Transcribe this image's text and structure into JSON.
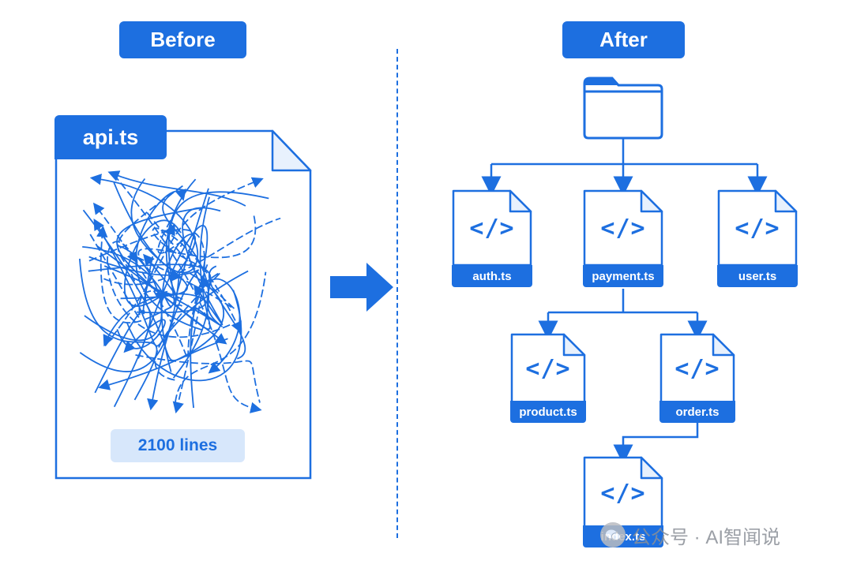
{
  "before": {
    "label": "Before"
  },
  "after": {
    "label": "After"
  },
  "monolith": {
    "filename": "api.ts",
    "lines_label": "2100 lines"
  },
  "tree": {
    "folder_icon": "folder-icon",
    "code_glyph": "</>",
    "files": [
      {
        "id": "auth",
        "name": "auth.ts"
      },
      {
        "id": "payment",
        "name": "payment.ts"
      },
      {
        "id": "user",
        "name": "user.ts"
      },
      {
        "id": "product",
        "name": "product.ts"
      },
      {
        "id": "order",
        "name": "order.ts"
      },
      {
        "id": "index",
        "name": "index.ts"
      }
    ]
  },
  "watermark": {
    "text": "公众号 · AI智闻说"
  },
  "colors": {
    "accent": "#1d6fe0",
    "badge_bg": "#d7e7fb"
  }
}
